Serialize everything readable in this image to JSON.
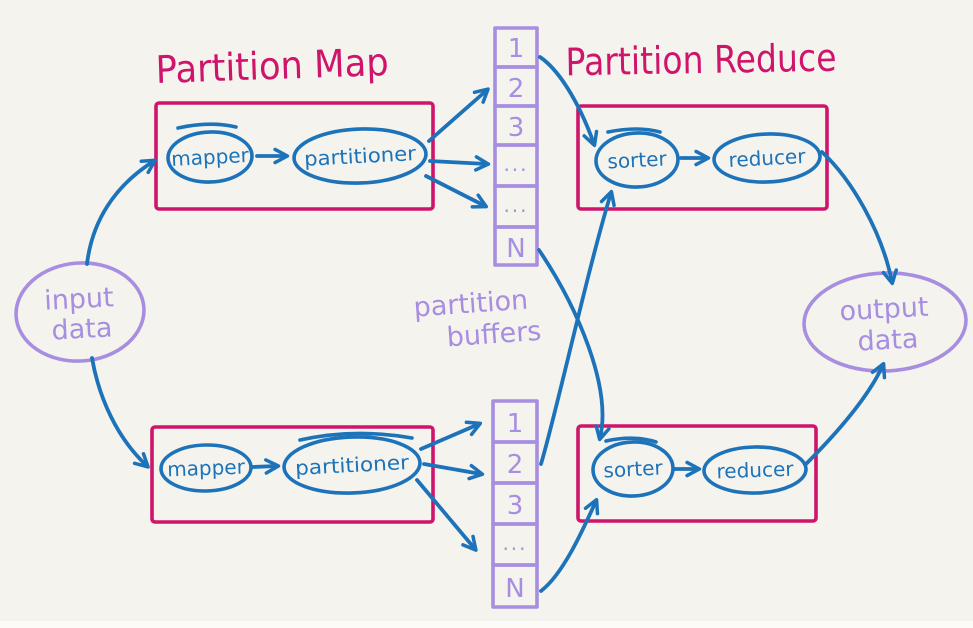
{
  "palette": {
    "crimson": "#cf156b",
    "blue": "#1d73b9",
    "purple": "#a78ee0",
    "paper": "#f5f3ee"
  },
  "titles": {
    "map": "Partition Map",
    "reduce": "Partition Reduce"
  },
  "input_node": {
    "line1": "input",
    "line2": "data"
  },
  "output_node": {
    "line1": "output",
    "line2": "data"
  },
  "buffers_label": {
    "line1": "partition",
    "line2": "buffers"
  },
  "map_phase": {
    "top": {
      "mapper": "mapper",
      "partitioner": "partitioner"
    },
    "bottom": {
      "mapper": "mapper",
      "partitioner": "partitioner"
    }
  },
  "reduce_phase": {
    "top": {
      "sorter": "sorter",
      "reducer": "reducer"
    },
    "bottom": {
      "sorter": "sorter",
      "reducer": "reducer"
    }
  },
  "buffers": {
    "top": [
      "1",
      "2",
      "3",
      "...",
      "...",
      "N"
    ],
    "bottom": [
      "1",
      "2",
      "3",
      "...",
      "N"
    ]
  }
}
